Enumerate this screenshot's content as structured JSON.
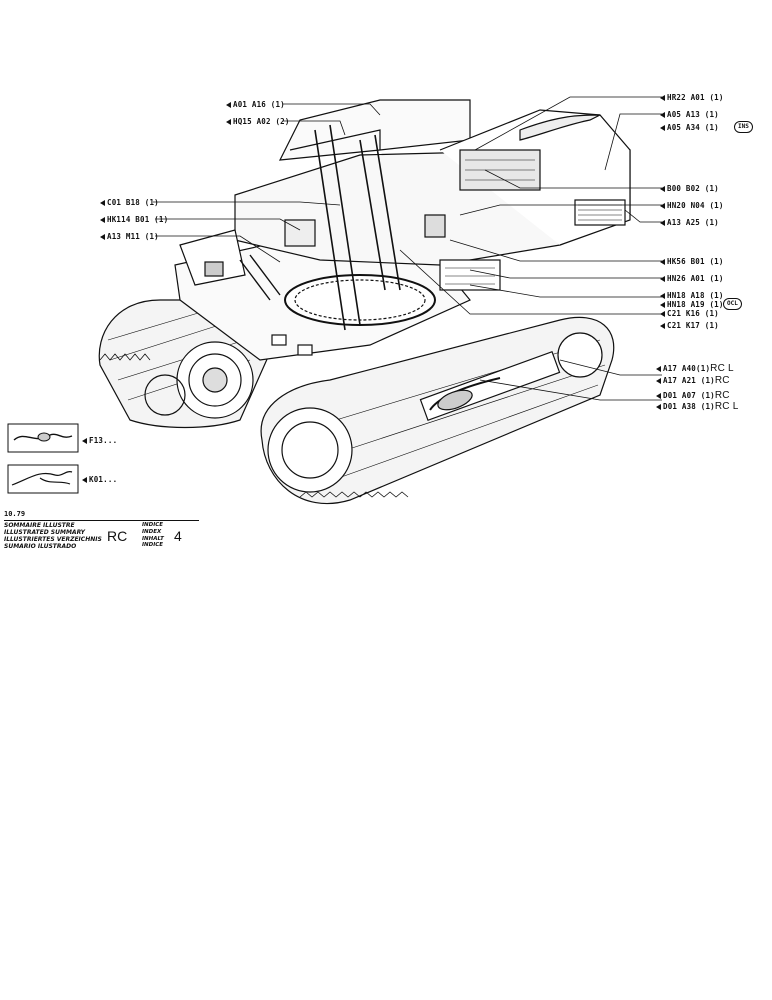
{
  "callouts": {
    "a01_a16": "A01  A16 (1)",
    "hq15_a02": "HQ15 A02 (2)",
    "c01_b18": "C01 B18  (1)",
    "hk114_b01": "HK114 B01 (1)",
    "a13_m11": "A13  M11  (1)",
    "hr22_a01": "HR22  A01 (1)",
    "a05_a13": "A05   A13  (1)",
    "a05_a34": "A05  A34  (1)",
    "b00_b02": "B00  B02  (1)",
    "hn20_n04": "HN20  N04  (1)",
    "a13_a25": "A13   A25  (1)",
    "hk56_b01": "HK56  B01  (1)",
    "hn26_a01": "HN26  A01  (1)",
    "hn18_a18": "HN18   A18  (1)",
    "hn18_a19": "HN18   A19  (1)",
    "c21_k16": "C21   K16  (1)",
    "c21_k17": "C21   K17  (1)",
    "a17_a40": "A17    A40(1)",
    "a17_a40_tag": "RC L",
    "a17_a21": "A17    A21 (1)",
    "a17_a21_tag": "RC",
    "d01_a07": "D01    A07 (1)",
    "d01_a07_tag": "RC",
    "d01_a38": "D01    A38 (1)",
    "d01_a38_tag": "RC L",
    "f13": "F13...",
    "k01": "K01..."
  },
  "badges": {
    "ins": "INS",
    "ocl": "OCL"
  },
  "footer": {
    "date": "10.79",
    "title_fr": "SOMMAIRE ILLUSTRE",
    "title_en": "ILLUSTRATED SUMMARY",
    "title_de": "ILLUSTRIERTES VERZEICHNIS",
    "title_es": "SUMARIO ILUSTRADO",
    "code": "RC",
    "index_1": "INDICE",
    "index_2": "INDEX",
    "index_3": "INHALT",
    "index_4": "INDICE",
    "page": "4"
  }
}
